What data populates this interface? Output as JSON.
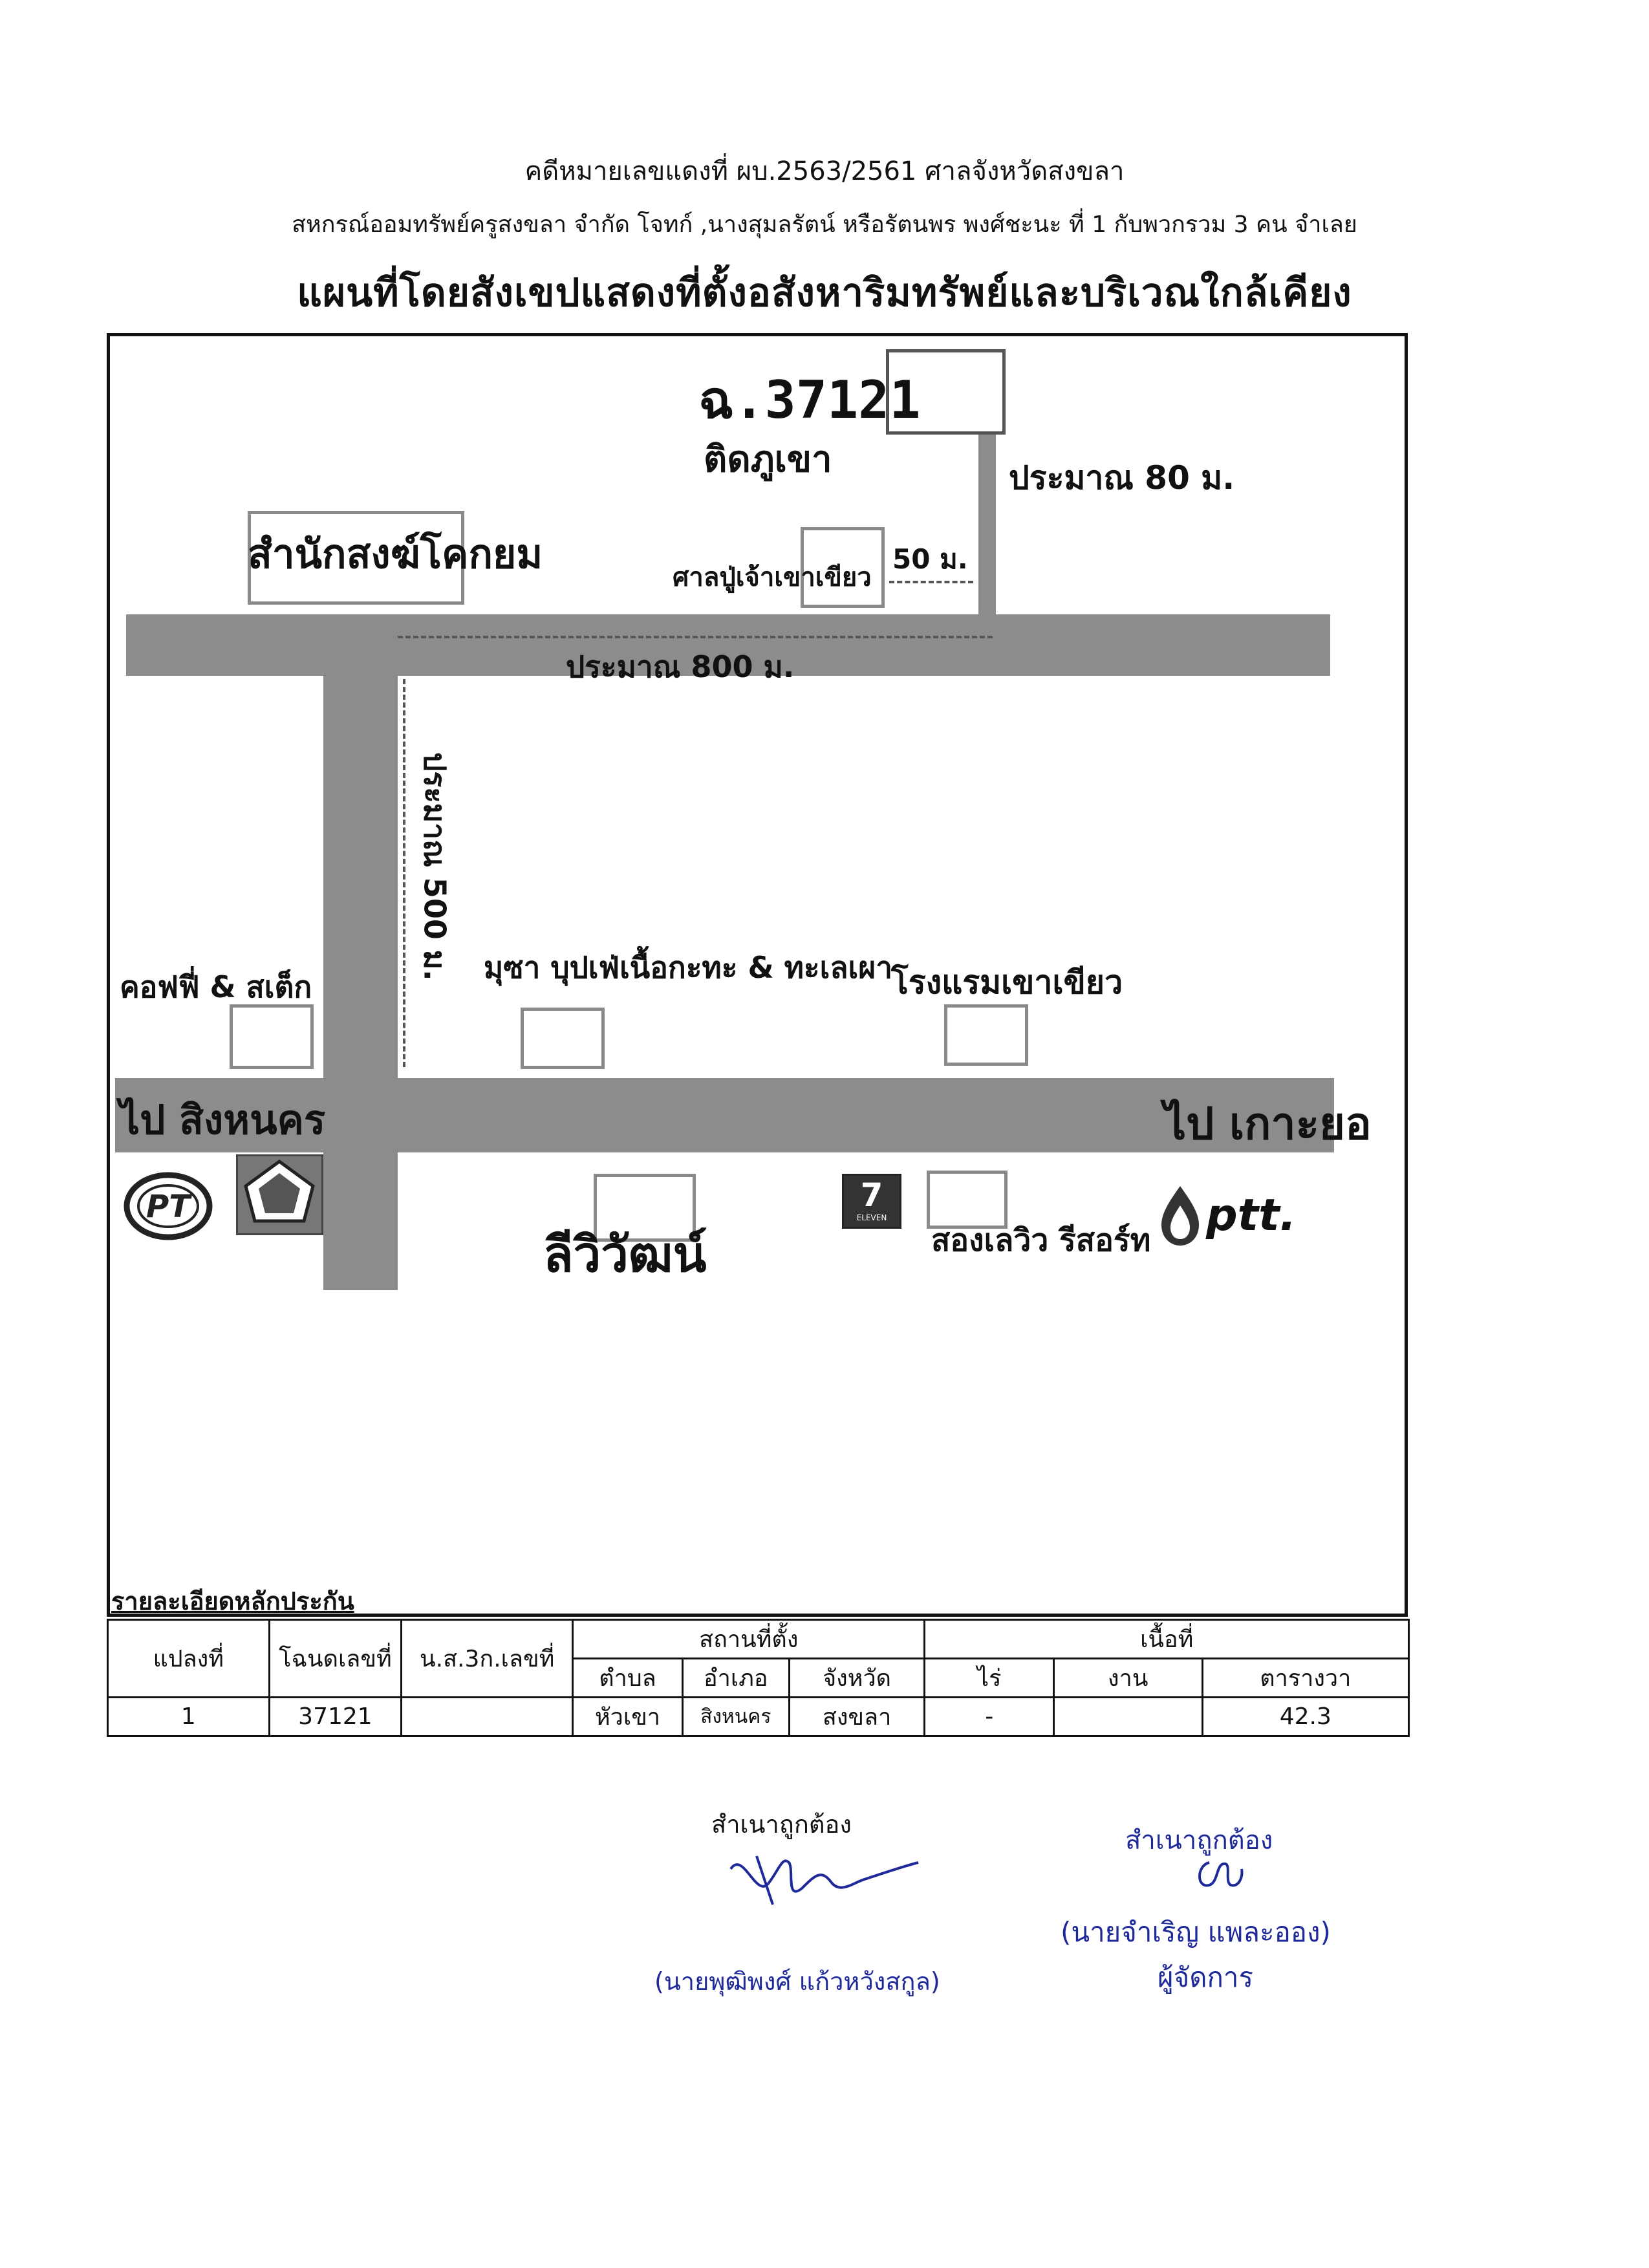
{
  "header": {
    "case_line": "คดีหมายเลขแดงที่ ผบ.2563/2561 ศาลจังหวัดสงขลา",
    "parties_line": "สหกรณ์ออมทรัพย์ครูสงขลา จำกัด โจทก์ ,นางสุมลรัตน์ หรือรัตนพร พงศ์ชะนะ ที่ 1 กับพวกรวม 3 คน จำเลย",
    "map_title": "แผนที่โดยสังเขปแสดงที่ตั้งอสังหาริมทรัพย์และบริเวณใกล้เคียง"
  },
  "map": {
    "deed_label": "ฉ.37121",
    "near_hill_label": "ติดภูเขา",
    "dist_80": "ประมาณ 80 ม.",
    "monastery_label": "สำนักสงฆ์โคกยม",
    "shrine_label": "ศาลปู่เจ้าเขาเขียว",
    "dist_50": "50 ม.",
    "dist_800": "ประมาณ 800 ม.",
    "dist_500": "ประมาณ 500 ม.",
    "coffee_label": "คอฟฟี่ & สเต็ก",
    "buffet_label": "มุซา บุปเฟ่เนื้อกะทะ & ทะเลเผา",
    "hotel_label": "โรงแรมเขาเขียว",
    "to_left_label": "ไป สิงหนคร",
    "to_right_label": "ไป เกาะยอ",
    "liwat_label": "ลีวิวัฒน์",
    "resort_label": "สองเลวิว รีสอร์ท",
    "ptt_text": "ptt.",
    "seven_text": "7",
    "seven_sub": "ELEVEN",
    "pt_text": "PT"
  },
  "details": {
    "title": "รายละเอียดหลักประกัน",
    "headers": {
      "plot_no": "แปลงที่",
      "deed_no": "โฉนดเลขที่",
      "ns3k_no": "น.ส.3ก.เลขที่",
      "location": "สถานที่ตั้ง",
      "area": "เนื้อที่",
      "tambon": "ตำบล",
      "amphoe": "อำเภอ",
      "province": "จังหวัด",
      "rai": "ไร่",
      "ngan": "งาน",
      "wa": "ตารางวา"
    },
    "row": {
      "plot_no": "1",
      "deed_no": "37121",
      "ns3k_no": "",
      "tambon": "หัวเขา",
      "amphoe": "สิงหนคร",
      "province": "สงขลา",
      "rai": "-",
      "ngan": "",
      "wa": "42.3"
    }
  },
  "signatures": {
    "left_certify": "สำเนาถูกต้อง",
    "left_name": "(นายพุฒิพงศ์ แก้วหวังสกูล)",
    "right_certify": "สำเนาถูกต้อง",
    "right_name": "(นายจำเริญ  แพละออง)",
    "right_title": "ผู้จัดการ"
  },
  "colors": {
    "road": "#8c8c8c",
    "ink_blue": "#1f2a9a"
  }
}
